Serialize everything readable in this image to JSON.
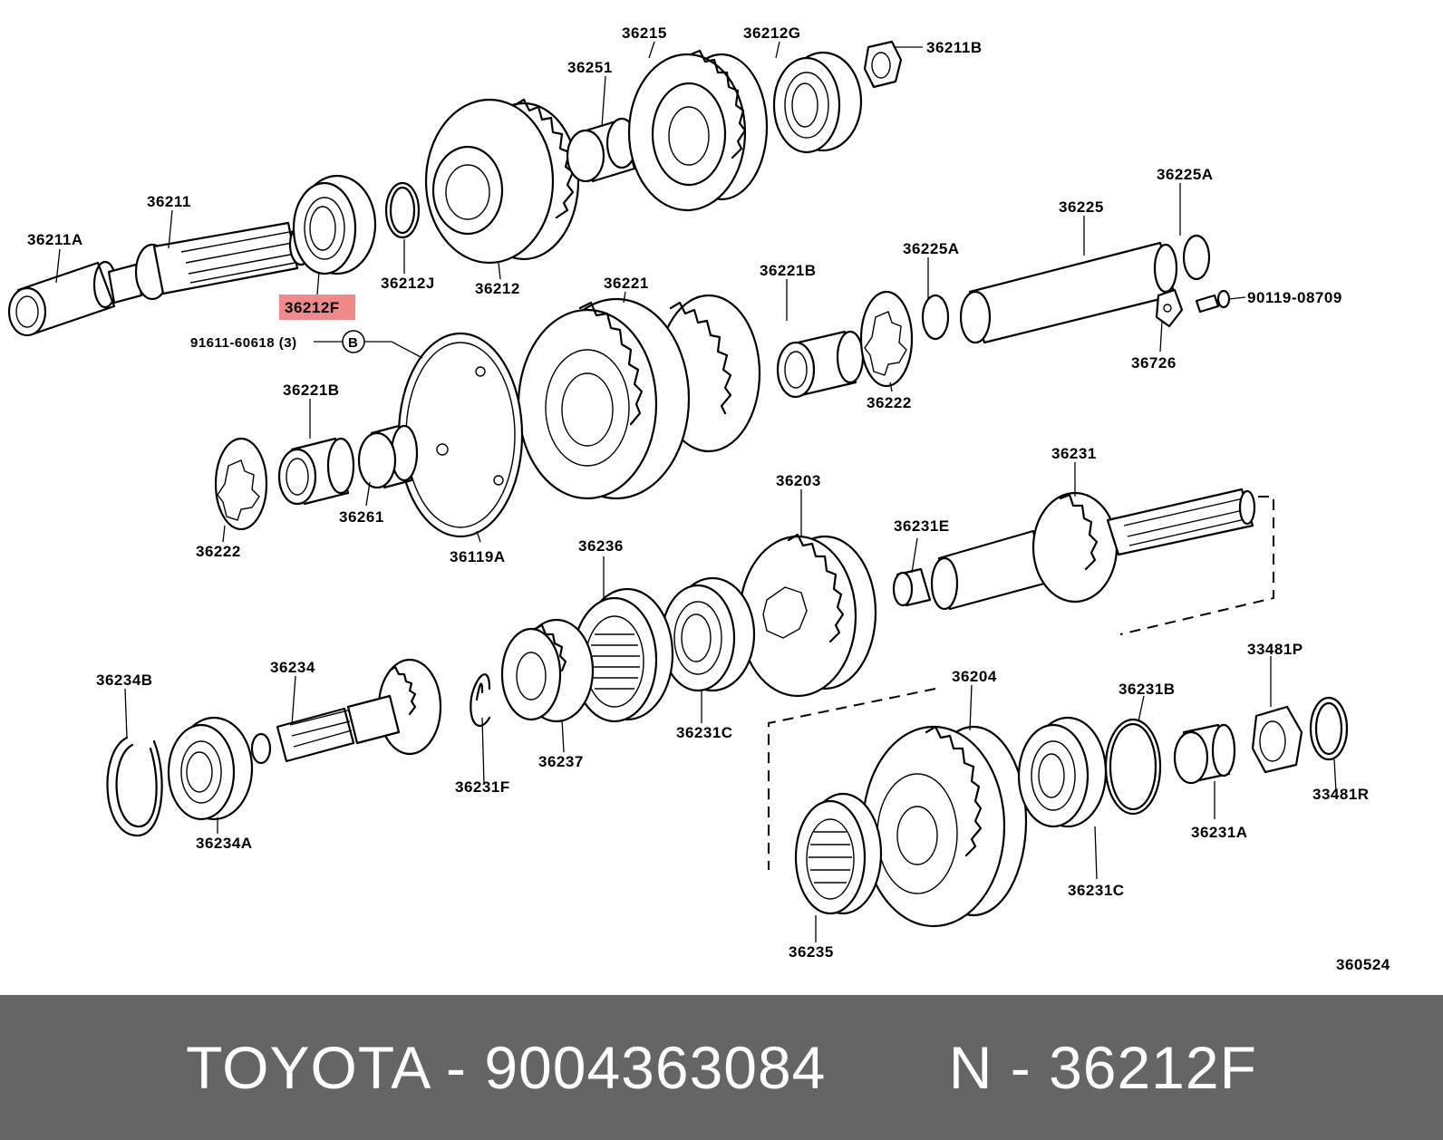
{
  "callouts": {
    "c36211A": "36211A",
    "c36211": "36211",
    "c36212F": "36212F",
    "c36212J": "36212J",
    "c36212": "36212",
    "c36251": "36251",
    "c36215": "36215",
    "c36212G": "36212G",
    "c36211B": "36211B",
    "c36225A_top": "36225A",
    "c36225": "36225",
    "c36225A_mid": "36225A",
    "c90119": "90119-08709",
    "c36726": "36726",
    "c36221B_top": "36221B",
    "c36221": "36221",
    "c36222_right": "36222",
    "c91611": "91611-60618 (3)",
    "cB": "B",
    "c36221B_left": "36221B",
    "c36222_left": "36222",
    "c36261": "36261",
    "c36119A": "36119A",
    "c36231": "36231",
    "c36203": "36203",
    "c36231E": "36231E",
    "c36236": "36236",
    "c36234B": "36234B",
    "c36234": "36234",
    "c36234A": "36234A",
    "c36231F": "36231F",
    "c36237": "36237",
    "c36231C_mid": "36231C",
    "c36204": "36204",
    "c36231B": "36231B",
    "c33481P": "33481P",
    "c33481R": "33481R",
    "c36231A": "36231A",
    "c36231C_low": "36231C",
    "c36235": "36235",
    "c360524": "360524"
  },
  "highlight_color": "#f08a8a",
  "footer": {
    "text": "TOYOTA - 9004363084       N - 36212F",
    "background": "#656565"
  }
}
